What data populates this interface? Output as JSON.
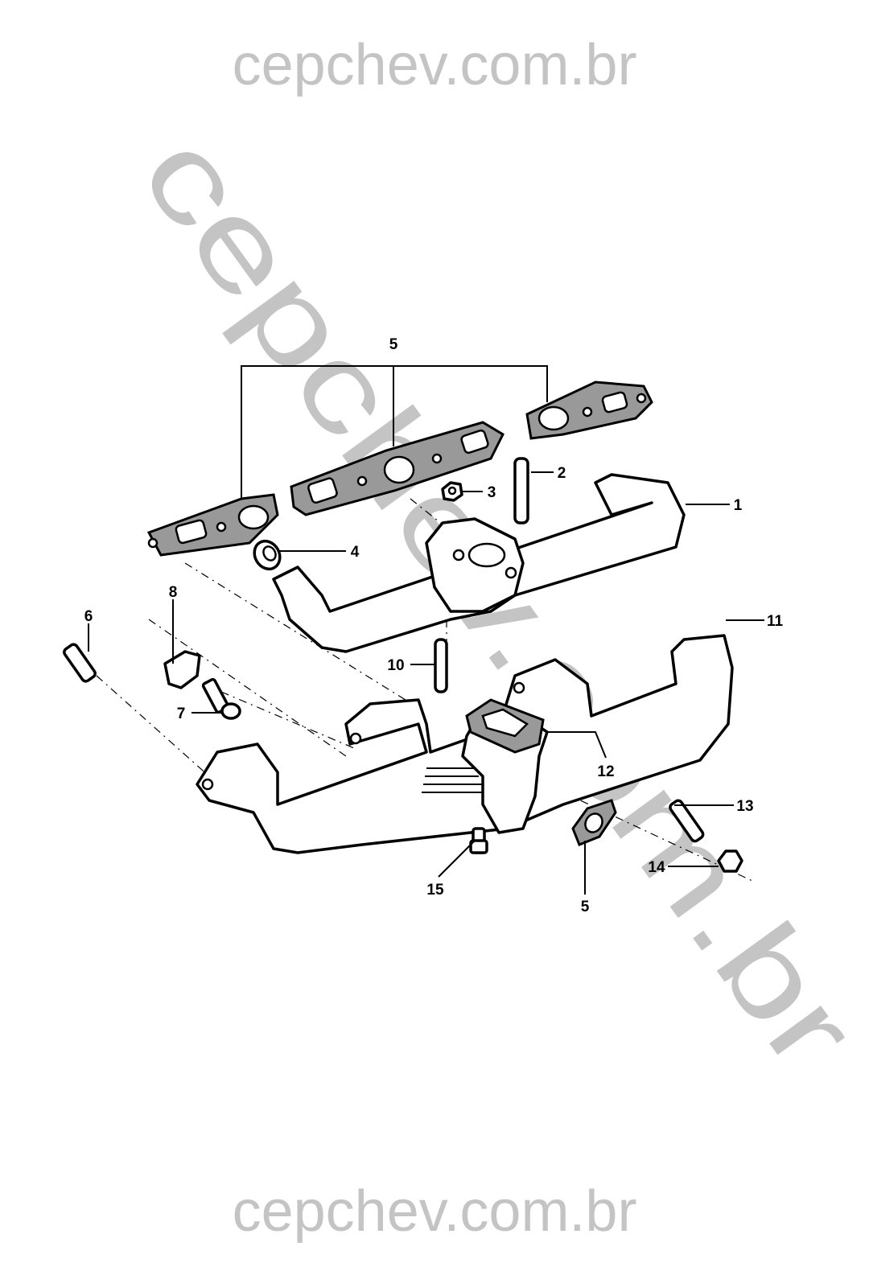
{
  "watermark": {
    "top": "cepchev.com.br",
    "diagonal": "cepchev.com.br",
    "bottom": "cepchev.com.br"
  },
  "callouts": [
    {
      "id": "1",
      "label": "1",
      "part": "exhaust-manifold-left"
    },
    {
      "id": "2",
      "label": "2",
      "part": "stud"
    },
    {
      "id": "3",
      "label": "3",
      "part": "nut"
    },
    {
      "id": "4",
      "label": "4",
      "part": "bushing"
    },
    {
      "id": "5a",
      "label": "5",
      "part": "manifold-gaskets"
    },
    {
      "id": "6",
      "label": "6",
      "part": "stud"
    },
    {
      "id": "7",
      "label": "7",
      "part": "bolt"
    },
    {
      "id": "8",
      "label": "8",
      "part": "washer-lock"
    },
    {
      "id": "10",
      "label": "10",
      "part": "stud"
    },
    {
      "id": "11",
      "label": "11",
      "part": "exhaust-manifold-right"
    },
    {
      "id": "12",
      "label": "12",
      "part": "heat-valve-gasket"
    },
    {
      "id": "13",
      "label": "13",
      "part": "stud"
    },
    {
      "id": "14",
      "label": "14",
      "part": "nut"
    },
    {
      "id": "15",
      "label": "15",
      "part": "plug"
    },
    {
      "id": "5b",
      "label": "5",
      "part": "flange-gasket"
    }
  ]
}
